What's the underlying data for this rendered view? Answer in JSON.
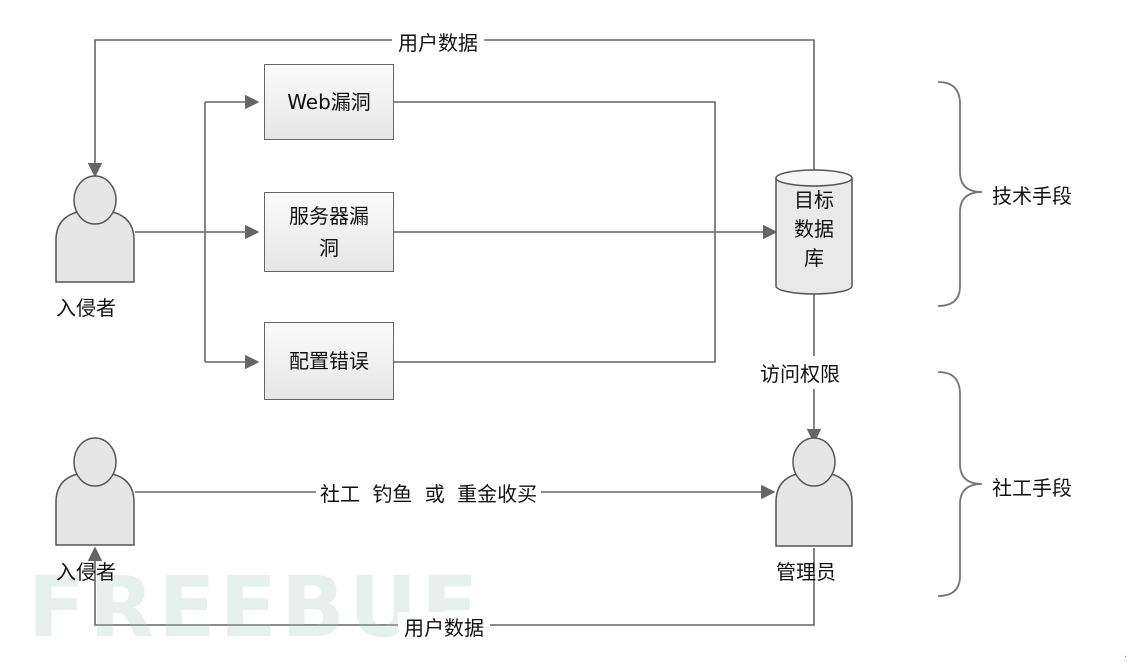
{
  "labels": {
    "user_data_top": "用户数据",
    "user_data_bottom": "用户数据",
    "web_vuln": "Web漏洞",
    "server_vuln_line1": "服务器漏",
    "server_vuln_line2": "洞",
    "config_error": "配置错误",
    "target_db_line1": "目标",
    "target_db_line2": "数据",
    "target_db_line3": "库",
    "intruder_top": "入侵者",
    "intruder_bottom": "入侵者",
    "access_rights": "访问权限",
    "social_methods": "社工 钓鱼 或 重金收买",
    "admin": "管理员",
    "tech_means": "技术手段",
    "social_means": "社工手段"
  },
  "watermark": "FREEBUF",
  "colors": {
    "line": "#666666",
    "person_fill": "#e6e6e6",
    "person_stroke": "#555555",
    "watermark": "#aac8b9"
  },
  "icons": {
    "intruder": "person-icon",
    "admin": "person-icon",
    "database": "database-cylinder-icon"
  }
}
